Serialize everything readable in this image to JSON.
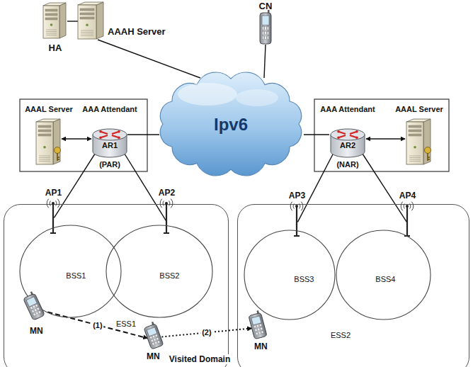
{
  "diagram": {
    "nodes": [
      {
        "text": [
          "HA"
        ]
      },
      {
        "text": [
          "AAAH Server"
        ]
      },
      {
        "text": [
          "CN"
        ]
      },
      {
        "text": [
          "AAAL Server"
        ]
      },
      {
        "text": [
          "AAA Attendant",
          "AR1",
          "(PAR)"
        ]
      },
      {
        "text": [
          "Ipv6"
        ]
      },
      {
        "text": [
          "AAA Attendant",
          "AR2",
          "(NAR)"
        ]
      },
      {
        "text": [
          "AAAL Server"
        ]
      },
      {
        "text": [
          "ESS1"
        ]
      },
      {
        "text": [
          "AP1"
        ],
        "in": 8
      },
      {
        "text": [
          "AP2"
        ],
        "in": 8
      },
      {
        "text": [
          "BSS1"
        ],
        "in": 8
      },
      {
        "text": [
          "MN"
        ],
        "in": 8
      },
      {
        "text": [
          "BSS2"
        ],
        "in": 8
      },
      {
        "text": [
          "MN"
        ],
        "in": 8
      },
      {
        "text": [
          "ESS2"
        ]
      },
      {
        "text": [
          "AP3"
        ],
        "in": 15
      },
      {
        "text": [
          "AP4"
        ],
        "in": 15
      },
      {
        "text": [
          "BSS3"
        ],
        "in": 15
      },
      {
        "text": [
          "BSS4"
        ],
        "in": 15
      },
      {
        "text": [
          "MN"
        ],
        "in": 15
      }
    ],
    "edges": [
      {
        "from": 0,
        "to": 1,
        "arrow": "none"
      },
      {
        "from": 1,
        "to": 5,
        "arrow": "none"
      },
      {
        "from": 2,
        "to": 5,
        "arrow": "none"
      },
      {
        "from": 3,
        "to": 4,
        "arrow": "both"
      },
      {
        "from": 4,
        "to": 5,
        "arrow": "none"
      },
      {
        "from": 5,
        "to": 6,
        "arrow": "none"
      },
      {
        "from": 7,
        "to": 6,
        "arrow": "both"
      },
      {
        "from": 4,
        "to": 9,
        "arrow": "none"
      },
      {
        "from": 4,
        "to": 10,
        "arrow": "none"
      },
      {
        "from": 6,
        "to": 16,
        "arrow": "none"
      },
      {
        "from": 6,
        "to": 17,
        "arrow": "none"
      },
      {
        "from": 12,
        "to": 14,
        "label": "(1)",
        "arrow": "to"
      },
      {
        "from": 14,
        "to": 20,
        "label": "(2)",
        "arrow": "to"
      }
    ],
    "labels": [
      "Visited Domain"
    ]
  }
}
